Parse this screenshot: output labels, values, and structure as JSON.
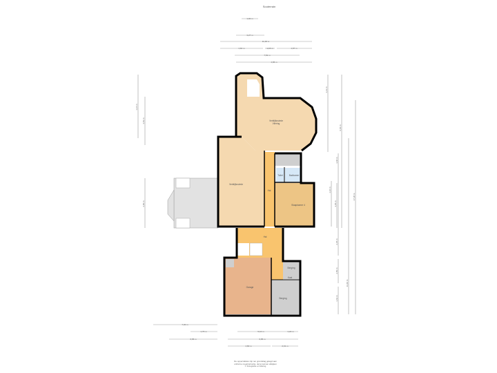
{
  "title": "Souterrain",
  "colors": {
    "wall": "#000000",
    "living": "#f5d9b0",
    "hall": "#f9c46e",
    "bedroom": "#edc585",
    "garage": "#e8b48c",
    "storage": "#cfcfcf",
    "bathroom": "#d6e8f7",
    "terrace": "#e2e2e2"
  },
  "rooms": {
    "top": "Verblijfsruimte",
    "top2": "Vliering",
    "living": "Verblijfsruimte",
    "hall1": "Hal",
    "toilet": "Toilet",
    "bath": "Badkamer",
    "bed": "Slaapkamer 4",
    "hall2": "Hal",
    "garage": "Garage",
    "storage1": "Berging",
    "storage2": "Berging",
    "closet": "Kast"
  },
  "dimensions": {
    "top": [
      "1,90 m",
      "3,27 m",
      "11,48 m",
      "4,84 m",
      "1,15 m",
      "4,87 m",
      "7,52 m",
      "4,85 m"
    ],
    "left": [
      "1,16 m",
      "3,52 m",
      "2,80 m"
    ],
    "right": [
      "1,12 m",
      "6,66 m",
      "3,60 m",
      "1,10 m",
      "3,65 m",
      "2,45 m",
      "2,50 m",
      "1,62 m",
      "13,40 m",
      "17,38 m"
    ],
    "bottom": [
      "7,30 m",
      "1,75 m",
      "5,10 m",
      "1,22 m",
      "6,58 m",
      "6,85 m",
      "4,80 m",
      "2,01 m"
    ]
  },
  "footer": [
    "De oppervlaktes zijn ten grondslag gelegd aan",
    "uniforme meetinstructie, deze kunnen afwijken",
    "© Fotografie en Meting"
  ]
}
